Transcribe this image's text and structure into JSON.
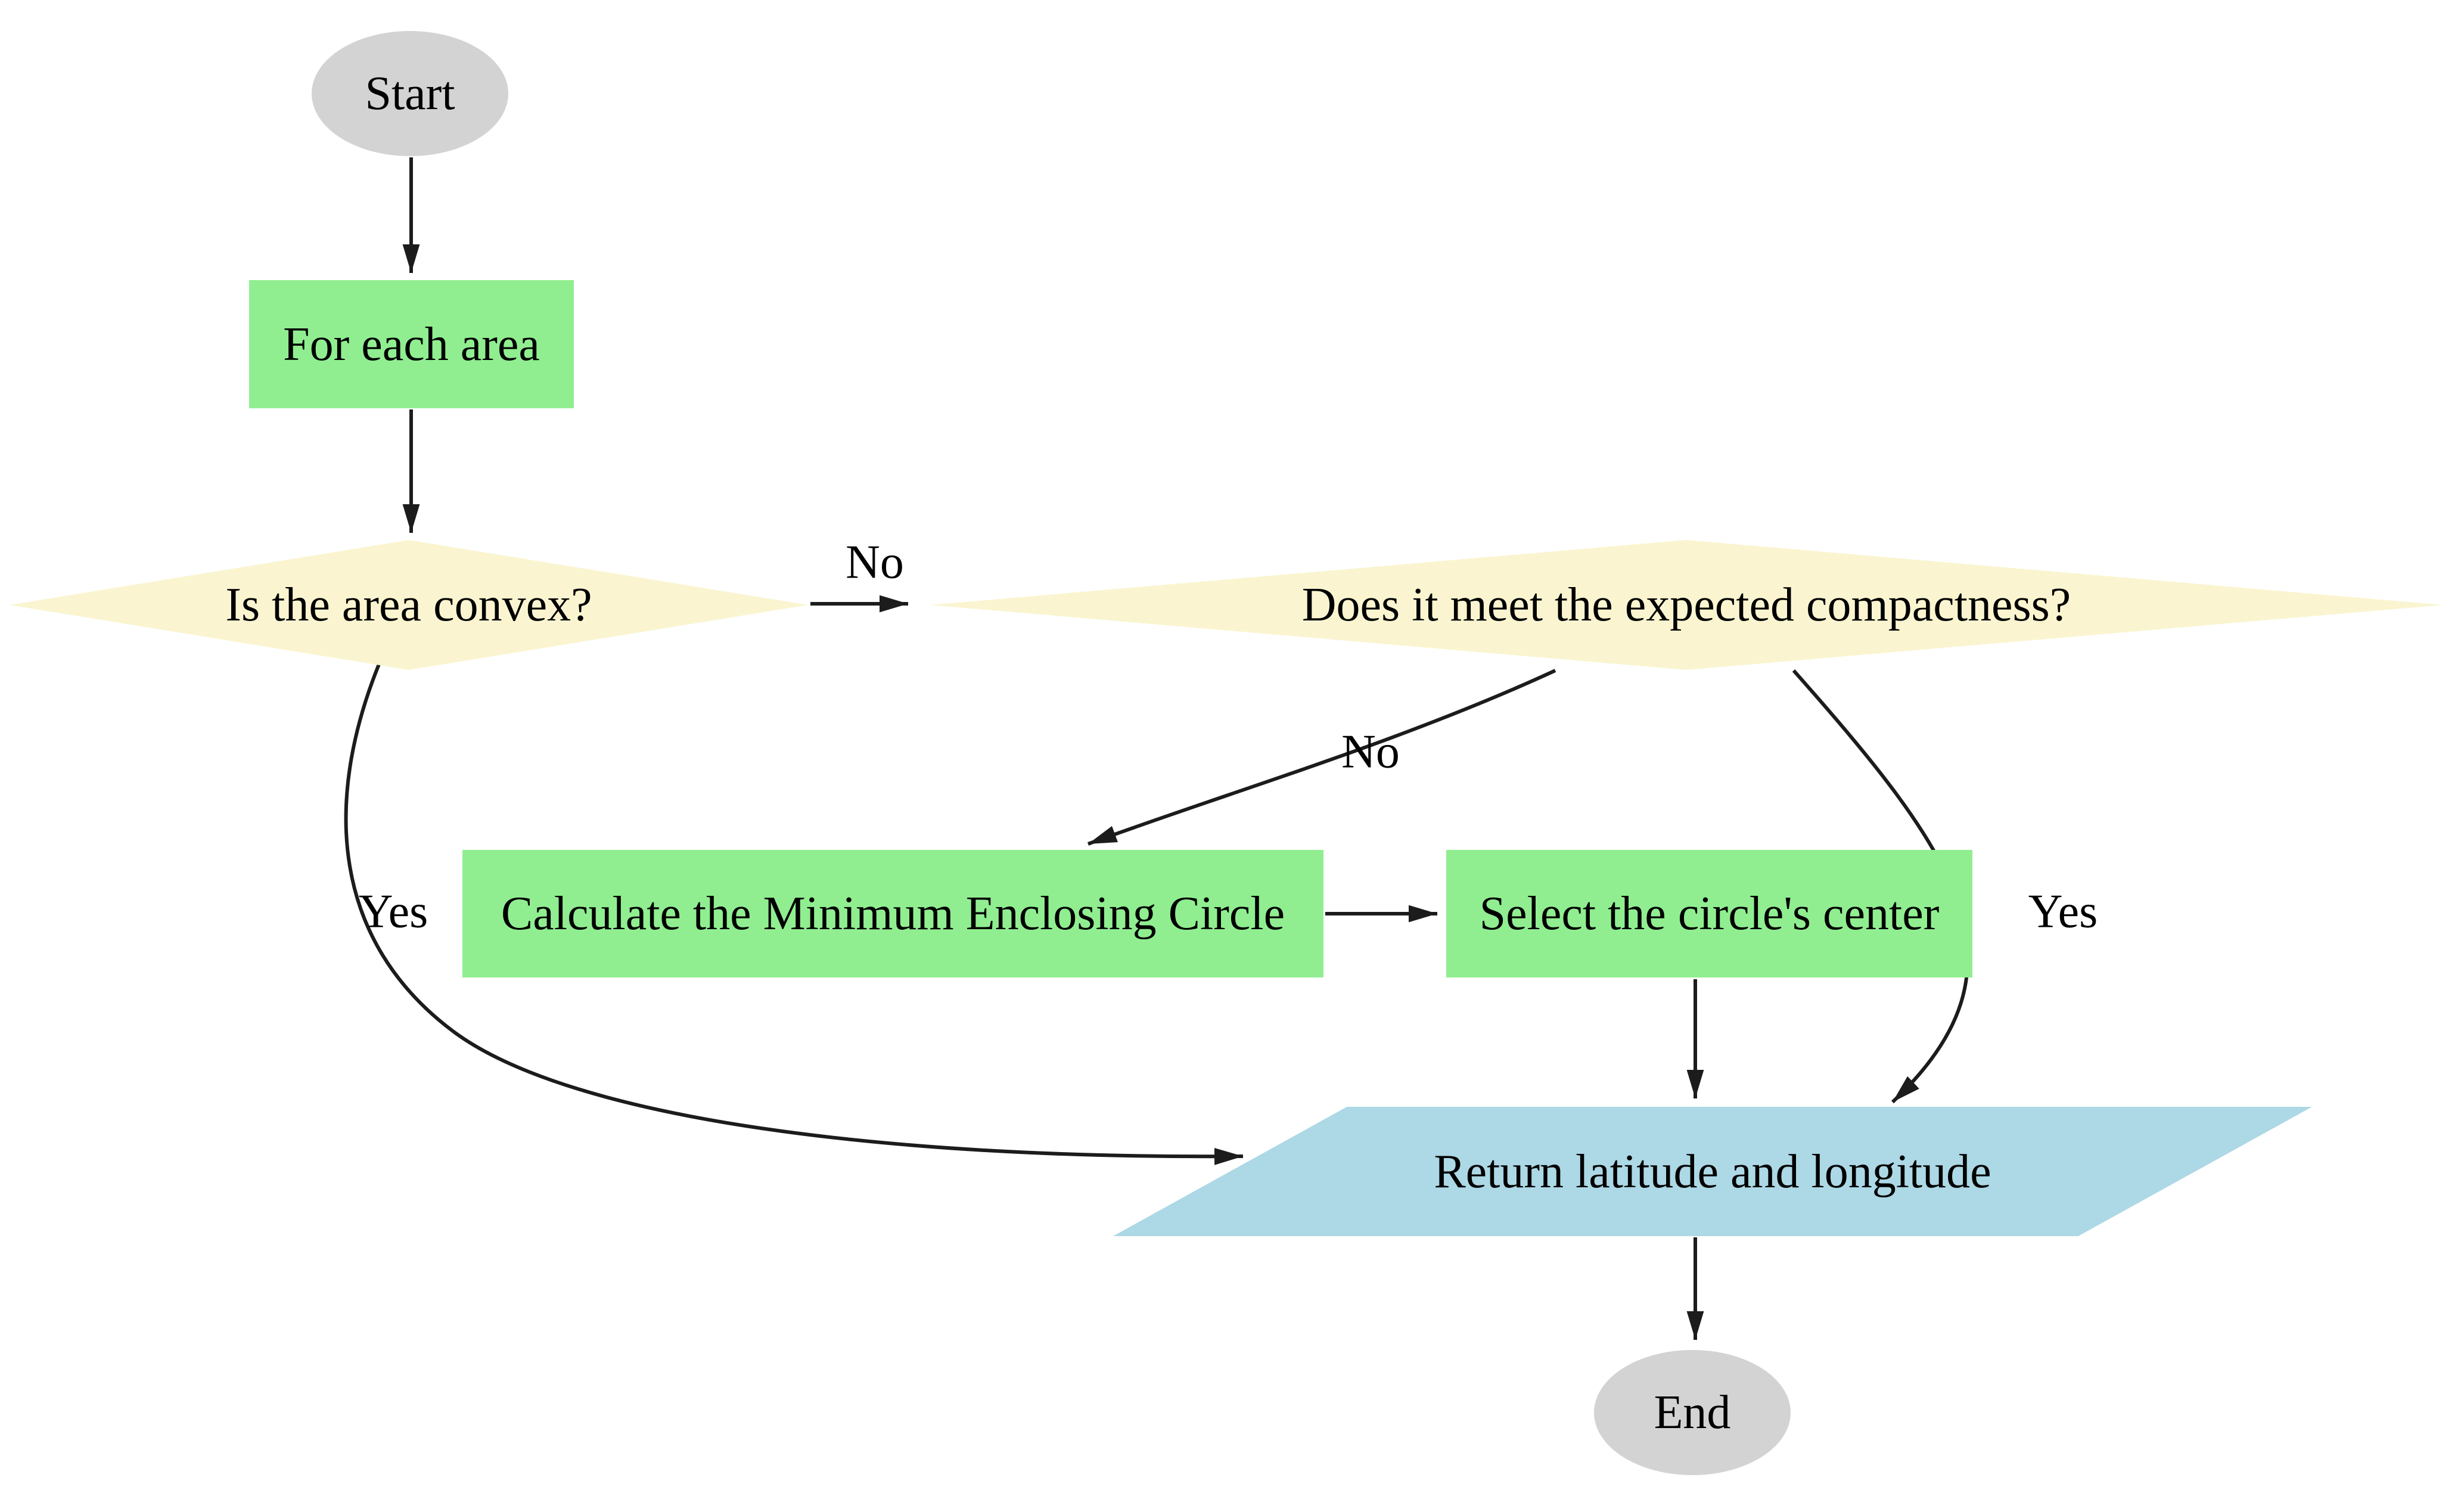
{
  "diagram": {
    "type": "flowchart",
    "nodes": {
      "start": {
        "label": "Start",
        "shape": "ellipse"
      },
      "foreach": {
        "label": "For each area",
        "shape": "rectangle"
      },
      "convex": {
        "label": "Is the area convex?",
        "shape": "diamond"
      },
      "compact": {
        "label": "Does it meet the expected compactness?",
        "shape": "diamond"
      },
      "calc": {
        "label": "Calculate the Minimum Enclosing Circle",
        "shape": "rectangle"
      },
      "select": {
        "label": "Select the circle's center",
        "shape": "rectangle"
      },
      "return": {
        "label": "Return latitude and longitude",
        "shape": "parallelogram"
      },
      "end": {
        "label": "End",
        "shape": "ellipse"
      }
    },
    "edge_labels": {
      "convex_no": "No",
      "compact_no": "No",
      "convex_yes": "Yes",
      "compact_yes": "Yes"
    },
    "colors": {
      "background": "#ffffff",
      "edge": "#1c1c1c",
      "node_text": "#000000",
      "terminator": "#d3d3d3",
      "process": "#90ee90",
      "decision": "#faf5d0",
      "io": "#add8e6"
    }
  }
}
